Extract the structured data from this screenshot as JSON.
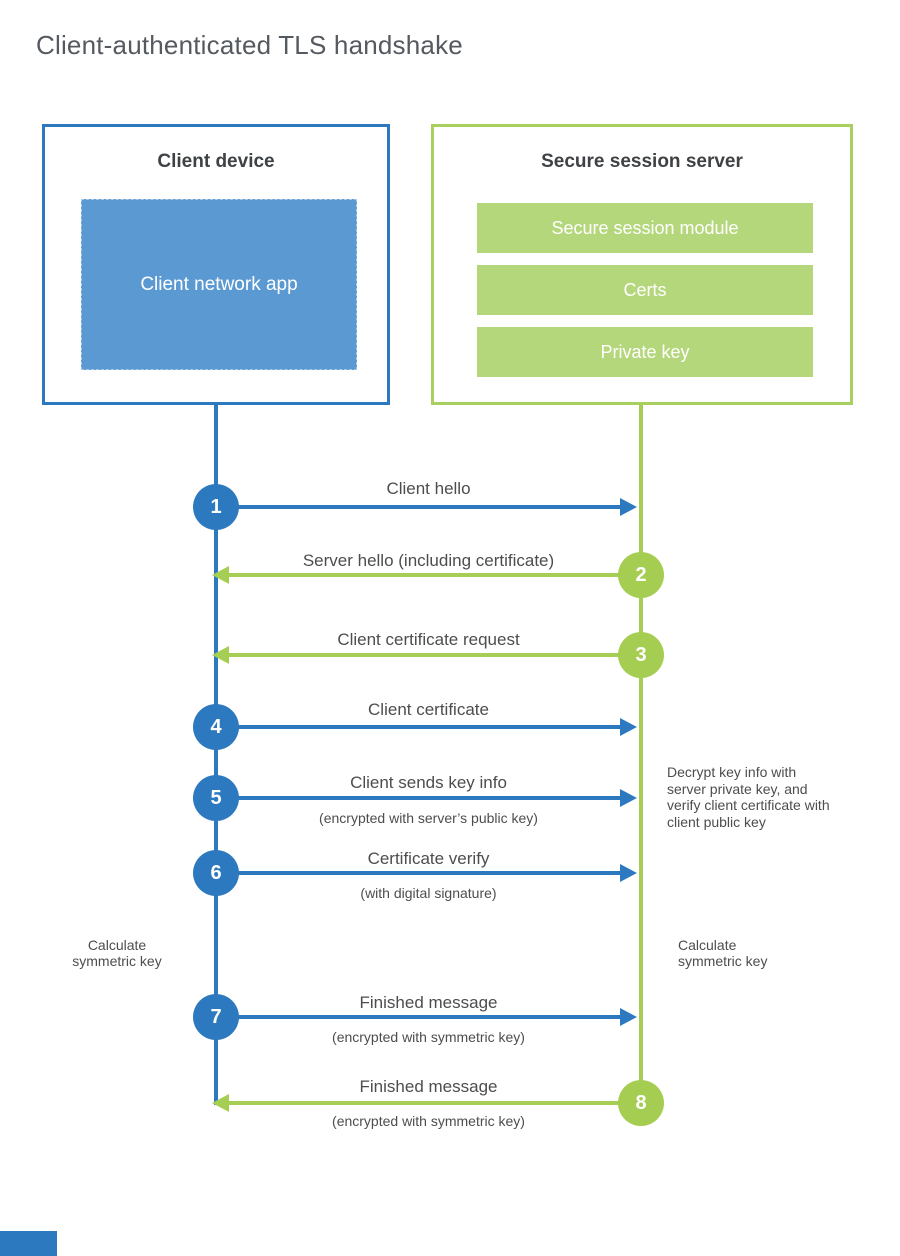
{
  "title": "Client-authenticated TLS handshake",
  "client": {
    "title": "Client device",
    "app_label": "Client network app"
  },
  "server": {
    "title": "Secure session server",
    "modules": [
      "Secure session module",
      "Certs",
      "Private key"
    ]
  },
  "messages": [
    {
      "num": "1",
      "from": "client",
      "label": "Client hello",
      "sub": ""
    },
    {
      "num": "2",
      "from": "server",
      "label": "Server hello (including certificate)",
      "sub": ""
    },
    {
      "num": "3",
      "from": "server",
      "label": "Client certificate request",
      "sub": ""
    },
    {
      "num": "4",
      "from": "client",
      "label": "Client certificate",
      "sub": ""
    },
    {
      "num": "5",
      "from": "client",
      "label": "Client sends key info",
      "sub": "(encrypted with server’s public key)"
    },
    {
      "num": "6",
      "from": "client",
      "label": "Certificate verify",
      "sub": "(with digital signature)"
    },
    {
      "num": "7",
      "from": "client",
      "label": "Finished message",
      "sub": "(encrypted with symmetric key)"
    },
    {
      "num": "8",
      "from": "server",
      "label": "Finished message",
      "sub": "(encrypted with symmetric key)"
    }
  ],
  "annotations": {
    "server_note": "Decrypt key info with server private key, and verify client certificate with client public key",
    "client_calc": "Calculate symmetric key",
    "server_calc": "Calculate symmetric key"
  },
  "colors": {
    "blue": "#2d79bf",
    "blue_fill": "#5b99d2",
    "green": "#a6ce55",
    "green_fill": "#b5d77c",
    "text": "#4d4d4d",
    "heading": "#3f4245",
    "title_gray": "#555a60"
  }
}
